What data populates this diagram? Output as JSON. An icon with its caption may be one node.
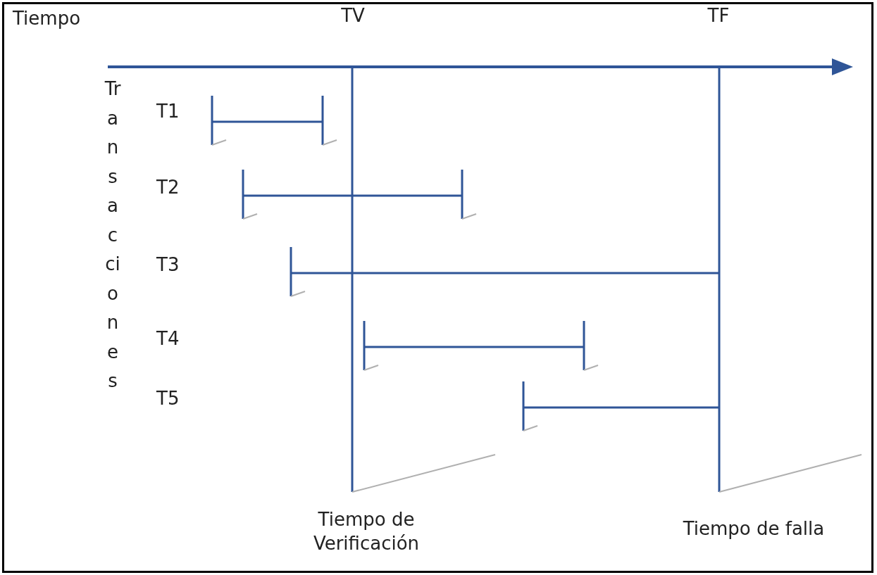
{
  "diagram": {
    "labels": [
      "Tiempo",
      "TV",
      "TF",
      "Transacciones",
      "T1",
      "T2",
      "T3",
      "T4",
      "T5",
      "Tiempo de Verificación",
      "Tiempo de falla"
    ]
  }
}
